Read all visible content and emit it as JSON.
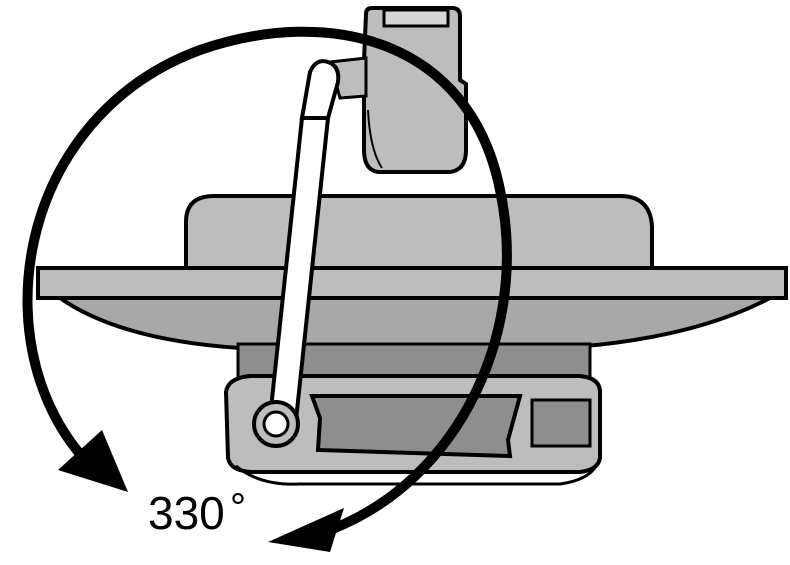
{
  "diagram": {
    "rotation_angle": "330",
    "degree_symbol": "°",
    "colors": {
      "outline": "#000000",
      "body_fill": "#bdbdbd",
      "shadow_fill": "#8e8e8e",
      "background": "#ffffff"
    },
    "parts": [
      "monitor-panel",
      "swivel-base",
      "stand-column",
      "rotation-arrow"
    ]
  }
}
